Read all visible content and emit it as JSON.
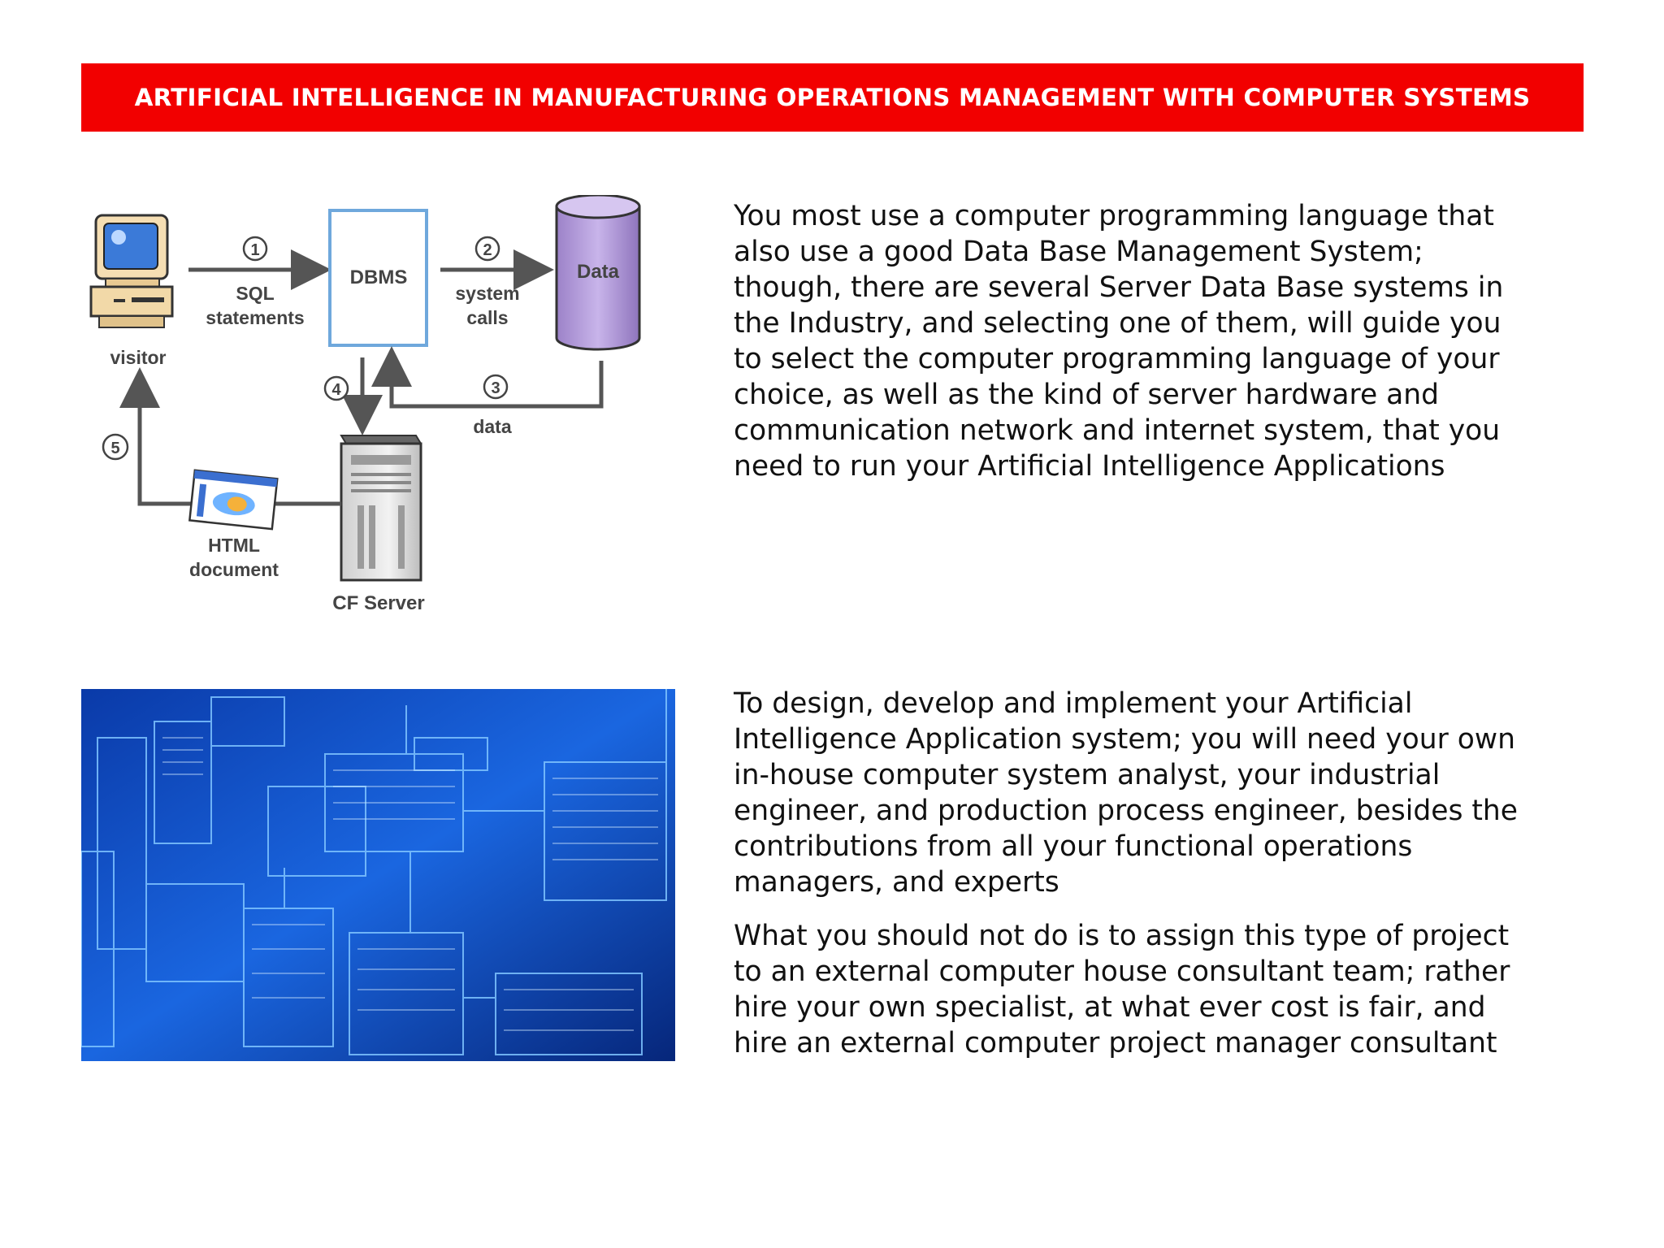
{
  "title": "ARTIFICIAL INTELLIGENCE IN MANUFACTURING OPERATIONS MANAGEMENT WITH COMPUTER SYSTEMS",
  "colors": {
    "title_bar": "#f20000",
    "title_text": "#ffffff"
  },
  "diagram": {
    "visitor": "visitor",
    "dbms": "DBMS",
    "data_store": "Data",
    "step1": "1",
    "step2": "2",
    "step3": "3",
    "step4": "4",
    "step5": "5",
    "sql_line1": "SQL",
    "sql_line2": "statements",
    "syscalls_line1": "system",
    "syscalls_line2": "calls",
    "data_label": "data",
    "html_line1": "HTML",
    "html_line2": "document",
    "cf_server": "CF Server"
  },
  "paragraphs": [
    [
      "You most use a computer programming language that",
      "also use a good Data Base Management System;",
      "though, there are several Server Data Base systems in",
      "the Industry, and selecting one of them, will guide you",
      "to select the computer programming language of your",
      "choice, as well as the kind of server hardware and",
      "communication network and internet system, that you",
      "need to run your Artificial Intelligence Applications"
    ],
    [
      "To design, develop and implement your Artificial",
      "Intelligence Application system; you will need your own",
      "in-house computer system analyst, your industrial",
      "engineer, and production process engineer, besides the",
      "contributions from all your functional operations",
      "managers, and experts"
    ],
    [
      "What you should not do is to assign this type of project",
      "to an external computer house consultant team; rather",
      "hire your own specialist, at what ever cost is fair, and",
      "hire an external computer project manager consultant"
    ]
  ]
}
